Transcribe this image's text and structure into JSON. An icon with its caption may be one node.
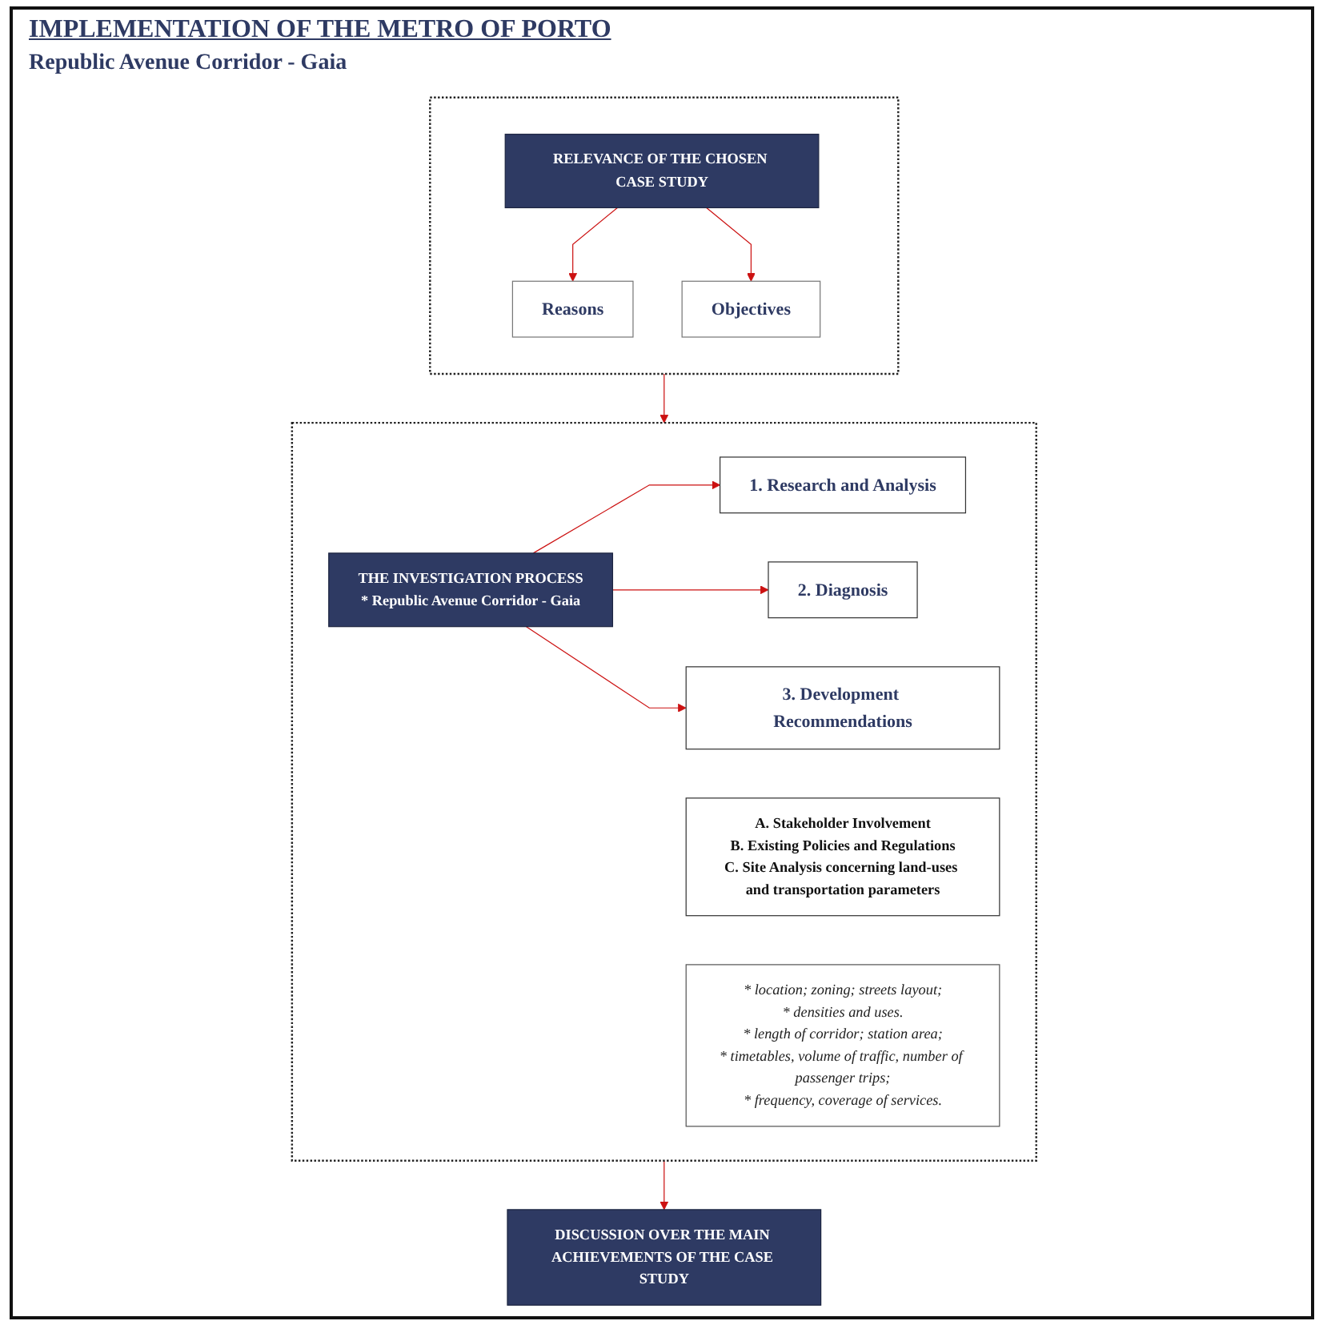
{
  "diagram": {
    "title": "IMPLEMENTATION OF THE METRO OF PORTO",
    "nodes": [
      {
        "text": [],
        "shape": "box"
      },
      {
        "text": [
          "RELEVANCE OF THE CHOSEN CASE STUDY"
        ],
        "in": 0
      },
      {
        "text": [
          "Reasons"
        ],
        "in": 0
      },
      {
        "text": [
          "Objectives"
        ],
        "in": 0
      },
      {
        "text": [],
        "shape": "box"
      },
      {
        "text": [
          "THE INVESTIGATION PROCESS",
          "* Republic Avenue Corridor - Gaia"
        ],
        "in": 4
      },
      {
        "text": [
          "1. Research and Analysis"
        ],
        "in": 4
      },
      {
        "text": [
          "A. Stakeholder Involvement",
          "B. Existing Policies and Regulations",
          "C. Site Analysis concerning land-uses and transportation parameters"
        ],
        "in": 4
      },
      {
        "text": [
          "* location; zoning; streets layout;",
          "* densities and uses.",
          "* length of corridor; station area;",
          "* timetables, volume of traffic, number of passenger trips;",
          "* frequency, coverage of services."
        ],
        "in": 4
      },
      {
        "text": [
          "2. Diagnosis"
        ],
        "in": 4
      },
      {
        "text": [
          "3. Development Recommendations"
        ],
        "in": 4
      },
      {
        "text": [
          "DISCUSSION OVER THE MAIN ACHIEVEMENTS OF THE CASE STUDY"
        ]
      }
    ],
    "edges": [
      {
        "from": 1,
        "to": 2,
        "arrow": "to"
      },
      {
        "from": 1,
        "to": 3,
        "arrow": "to"
      },
      {
        "from": 0,
        "to": 4,
        "arrow": "to"
      },
      {
        "from": 5,
        "to": 6,
        "arrow": "to"
      },
      {
        "from": 5,
        "to": 9,
        "arrow": "to"
      },
      {
        "from": 5,
        "to": 10,
        "arrow": "to"
      },
      {
        "from": 4,
        "to": 11,
        "arrow": "to"
      }
    ],
    "labels": [
      "Republic Avenue Corridor - Gaia"
    ]
  }
}
